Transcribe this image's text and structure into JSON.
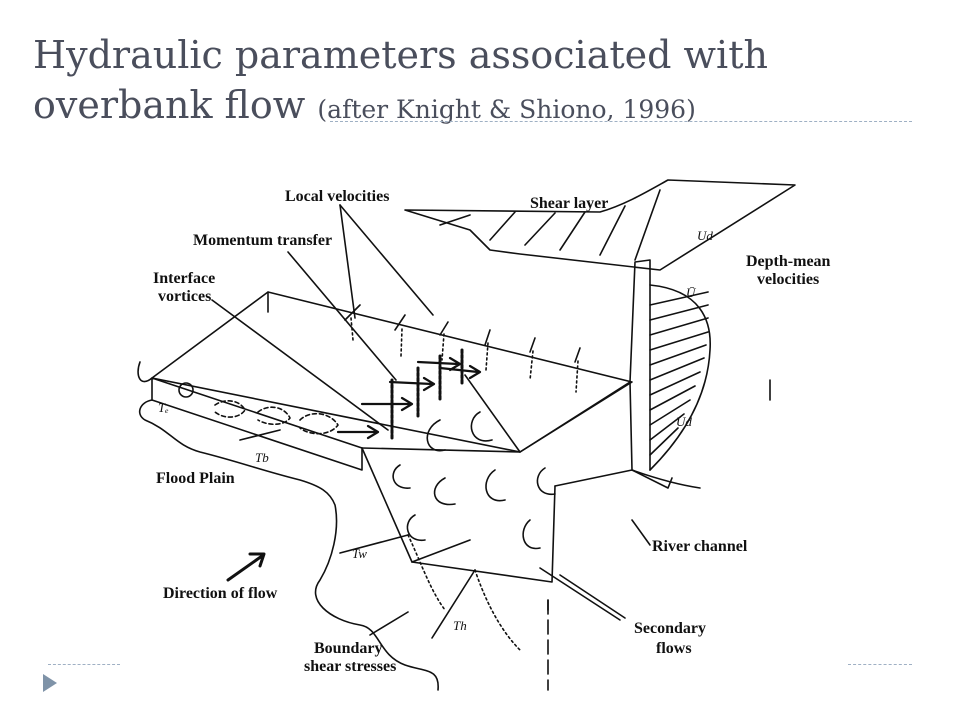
{
  "title": {
    "line1": "Hydraulic parameters associated with",
    "line2_main": "overbank flow",
    "line2_small": "(after Knight & Shiono, 1996)"
  },
  "diagram": {
    "labels": {
      "local_velocities": "Local velocities",
      "shear_layer": "Shear layer",
      "momentum_transfer": "Momentum transfer",
      "interface_vortices_1": "Interface",
      "interface_vortices_2": "vortices",
      "depth_mean_1": "Depth-mean",
      "depth_mean_2": "velocities",
      "flood_plain": "Flood Plain",
      "river_channel": "River channel",
      "direction_of_flow": "Direction of flow",
      "boundary_shear_1": "Boundary",
      "boundary_shear_2": "shear stresses",
      "secondary_flows_1": "Secondary",
      "secondary_flows_2": "flows"
    },
    "symbols": {
      "ud_top": "Ud",
      "ubar": "Ū",
      "ud_mid": "Ud",
      "tau_b": "Tb",
      "tau_w": "Tw",
      "tau_h": "Th",
      "tau_left": "Tₑ"
    }
  }
}
